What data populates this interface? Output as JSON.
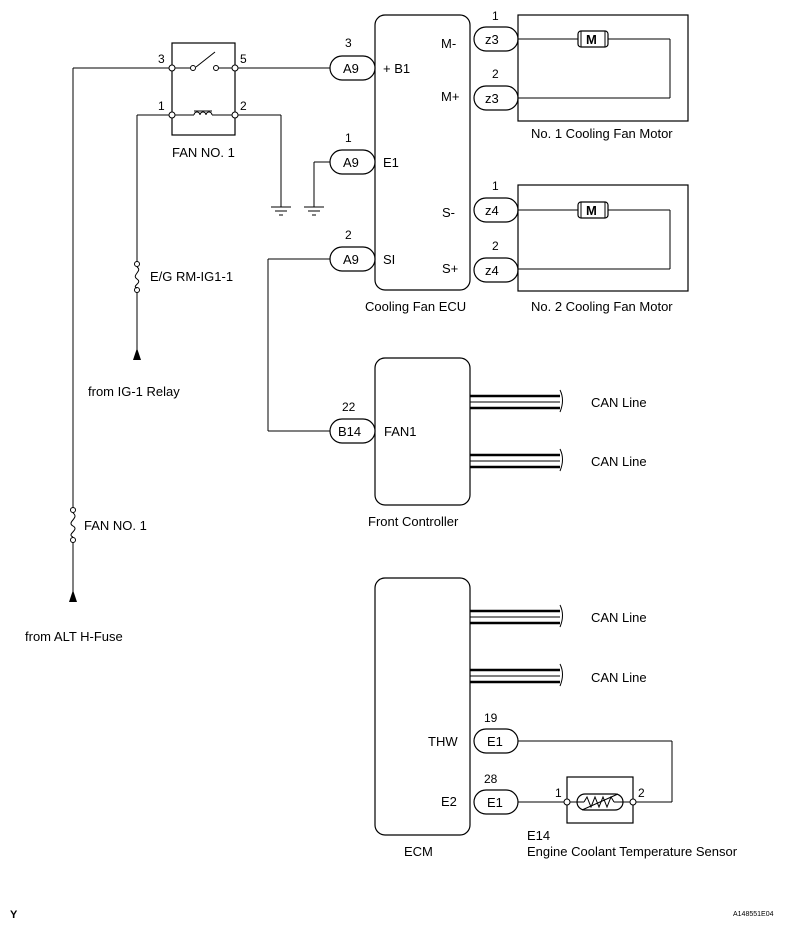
{
  "relay": {
    "name": "FAN NO. 1",
    "pin_3": "3",
    "pin_5": "5",
    "pin_1": "1",
    "pin_2": "2"
  },
  "fuses": {
    "eg_rm_ig1": "E/G RM-IG1-1",
    "fan_no1": "FAN NO. 1"
  },
  "sources": {
    "ig1_relay": "from IG-1 Relay",
    "alt_hfuse": "from ALT H-Fuse"
  },
  "cooling_fan_ecu": {
    "name": "Cooling Fan ECU",
    "conn_b1": {
      "num": "3",
      "id": "A9",
      "term": "+ B1"
    },
    "conn_e1": {
      "num": "1",
      "id": "A9",
      "term": "E1"
    },
    "conn_si": {
      "num": "2",
      "id": "A9",
      "term": "SI"
    },
    "term_m_minus": "M-",
    "term_m_plus": "M+",
    "term_s_minus": "S-",
    "term_s_plus": "S+"
  },
  "fan_motor_1": {
    "name": "No. 1 Cooling Fan Motor",
    "pin_top": "1",
    "pin_bot": "2",
    "conn_top": "z3",
    "conn_bot": "z3",
    "symbol": "M"
  },
  "fan_motor_2": {
    "name": "No. 2 Cooling Fan Motor",
    "pin_top": "1",
    "pin_bot": "2",
    "conn_top": "z4",
    "conn_bot": "z4",
    "symbol": "M"
  },
  "front_controller": {
    "name": "Front Controller",
    "conn": {
      "num": "22",
      "id": "B14",
      "term": "FAN1"
    },
    "can_1": "CAN Line",
    "can_2": "CAN Line"
  },
  "ecm": {
    "name": "ECM",
    "can_1": "CAN Line",
    "can_2": "CAN Line",
    "thw": {
      "num": "19",
      "id": "E1",
      "term": "THW"
    },
    "e2": {
      "num": "28",
      "id": "E1",
      "term": "E2"
    }
  },
  "sensor": {
    "code": "E14",
    "name": "Engine Coolant Temperature Sensor",
    "pin_1": "1",
    "pin_2": "2"
  },
  "footer": {
    "left_mark": "Y",
    "figure_id": "A148551E04"
  }
}
